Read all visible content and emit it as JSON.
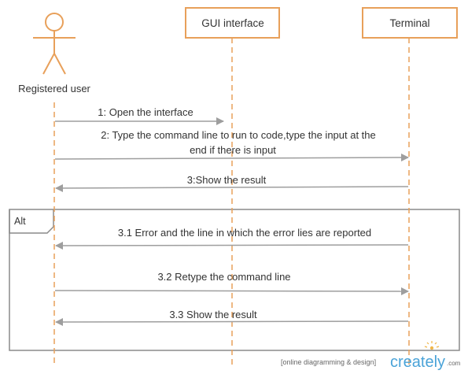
{
  "colors": {
    "lifeline": "#e8a05a",
    "box_border": "#e8a05a",
    "arrow": "#9e9e9e",
    "frame": "#8a8a8a",
    "text": "#333333",
    "brand": "#4aa3d8"
  },
  "actor": {
    "label": "Registered user",
    "icon": "stick-figure-icon"
  },
  "participants": [
    {
      "label": "GUI interface"
    },
    {
      "label": "Terminal"
    }
  ],
  "messages": [
    {
      "lines": [
        "1: Open the interface"
      ]
    },
    {
      "lines": [
        "2: Type the command line to run to code,type the input at the",
        "end if there is input"
      ]
    },
    {
      "lines": [
        "3:Show the result"
      ]
    },
    {
      "lines": [
        "3.1 Error and the line in which the error lies are reported"
      ]
    },
    {
      "lines": [
        "3.2 Retype the command line"
      ]
    },
    {
      "lines": [
        "3.3 Show the result"
      ]
    }
  ],
  "frame": {
    "label": "Alt"
  },
  "watermark": {
    "caption": "[online diagramming & design]",
    "brand": "creately",
    "suffix": ".com"
  }
}
